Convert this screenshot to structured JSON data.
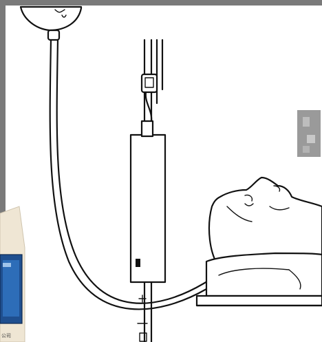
{
  "colors": {
    "frame": "#7a7a7a",
    "outline": "#111111",
    "background": "#ffffff",
    "monitor_screen": "#1f4f8f",
    "monitor_case": "#efe6d4",
    "pixelated_patch": "#9a9a9a"
  },
  "monitor": {
    "caption": "公司"
  },
  "elements": {
    "irrigation_bag": "bag",
    "iv_pole": "pole",
    "drainage_tube": "tube",
    "patient": "patient",
    "bed": "bed",
    "suction_monitor": "monitor"
  }
}
